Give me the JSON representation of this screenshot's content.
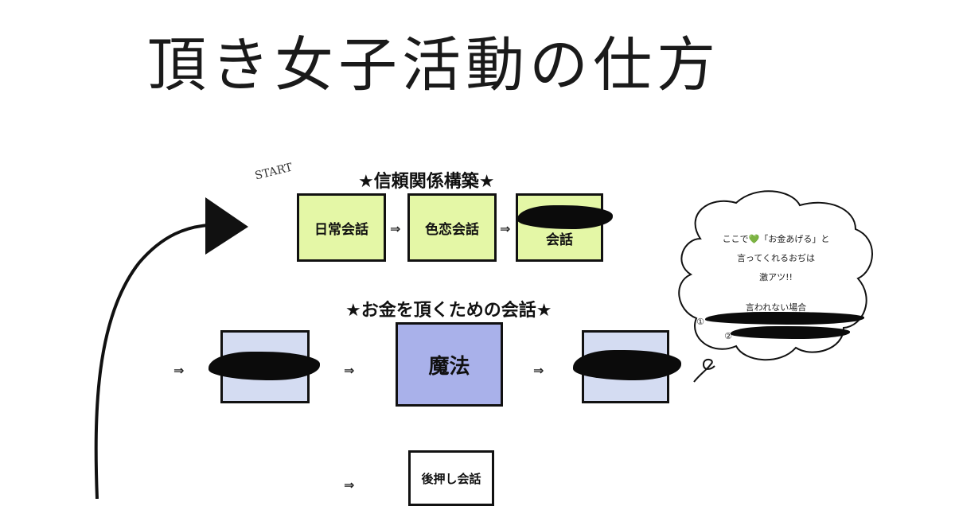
{
  "title": "頂き女子活動の仕方",
  "start_label": "START",
  "section1": {
    "heading": "★信頼関係構築★",
    "boxes": [
      "日常会話",
      "色恋会話",
      "会話"
    ]
  },
  "section2": {
    "heading": "★お金を頂くための会話★",
    "magic_label": "魔法"
  },
  "section3": {
    "box_label": "後押し会話"
  },
  "arrow_glyph": "⇒",
  "bubble": {
    "line1": "ここで💚「お金あげる」と",
    "line2": "言ってくれるおぢは",
    "line3": "激アツ!!",
    "line4": "言われない場合",
    "line5": "①",
    "line6": "②"
  },
  "colors": {
    "green_box": "#e4f7a6",
    "blue_box": "#d4dcf2",
    "magic_box": "#a9b1ea"
  }
}
